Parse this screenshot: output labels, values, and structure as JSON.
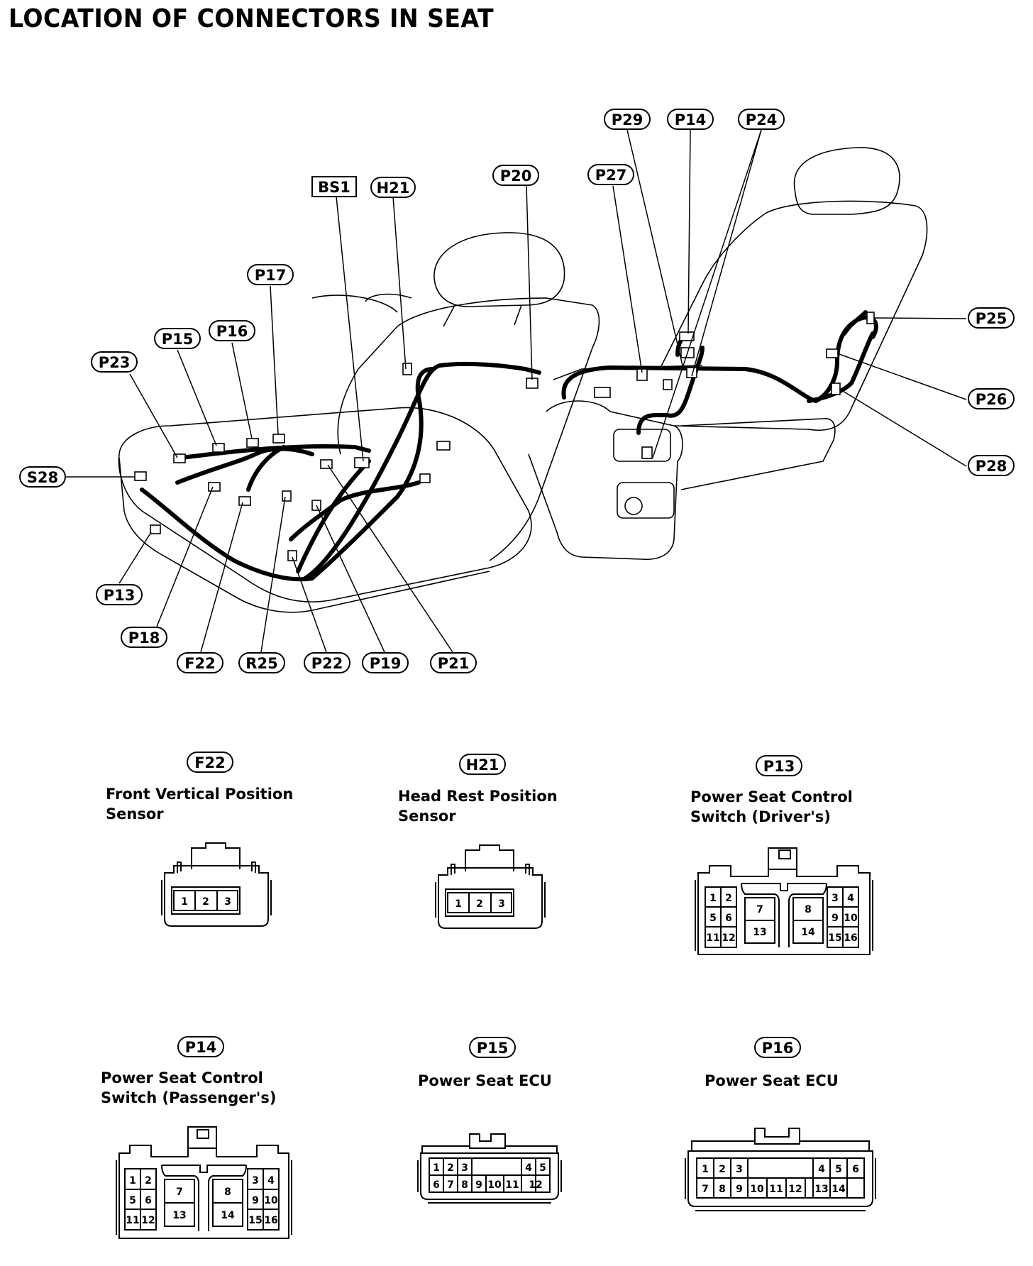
{
  "page": {
    "title": "LOCATION OF CONNECTORS IN SEAT"
  },
  "callouts": [
    "BS1",
    "H21",
    "P20",
    "P27",
    "P29",
    "P14",
    "P24",
    "P17",
    "P15",
    "P16",
    "P23",
    "S28",
    "P13",
    "P18",
    "F22",
    "R25",
    "P22",
    "P19",
    "P21",
    "P25",
    "P26",
    "P28"
  ],
  "connectors": [
    {
      "code": "F22",
      "name": [
        "Front Vertical Position",
        "Sensor"
      ],
      "pins": [
        "1",
        "2",
        "3"
      ]
    },
    {
      "code": "H21",
      "name": [
        "Head Rest Position",
        "Sensor"
      ],
      "pins": [
        "1",
        "2",
        "3"
      ]
    },
    {
      "code": "P13",
      "name": [
        "Power Seat Control",
        "Switch (Driver's)"
      ],
      "pins": [
        "1",
        "2",
        "3",
        "4",
        "5",
        "6",
        "7",
        "8",
        "9",
        "10",
        "11",
        "12",
        "13",
        "14",
        "15",
        "16"
      ]
    },
    {
      "code": "P14",
      "name": [
        "Power Seat Control",
        "Switch (Passenger's)"
      ],
      "pins": [
        "1",
        "2",
        "3",
        "4",
        "5",
        "6",
        "7",
        "8",
        "9",
        "10",
        "11",
        "12",
        "13",
        "14",
        "15",
        "16"
      ]
    },
    {
      "code": "P15",
      "name": [
        "Power Seat ECU"
      ],
      "pins": [
        "1",
        "2",
        "3",
        "4",
        "5",
        "6",
        "7",
        "8",
        "9",
        "10",
        "11",
        "12"
      ]
    },
    {
      "code": "P16",
      "name": [
        "Power Seat ECU"
      ],
      "pins": [
        "1",
        "2",
        "3",
        "4",
        "5",
        "6",
        "7",
        "8",
        "9",
        "10",
        "11",
        "12",
        "13",
        "14"
      ]
    }
  ]
}
